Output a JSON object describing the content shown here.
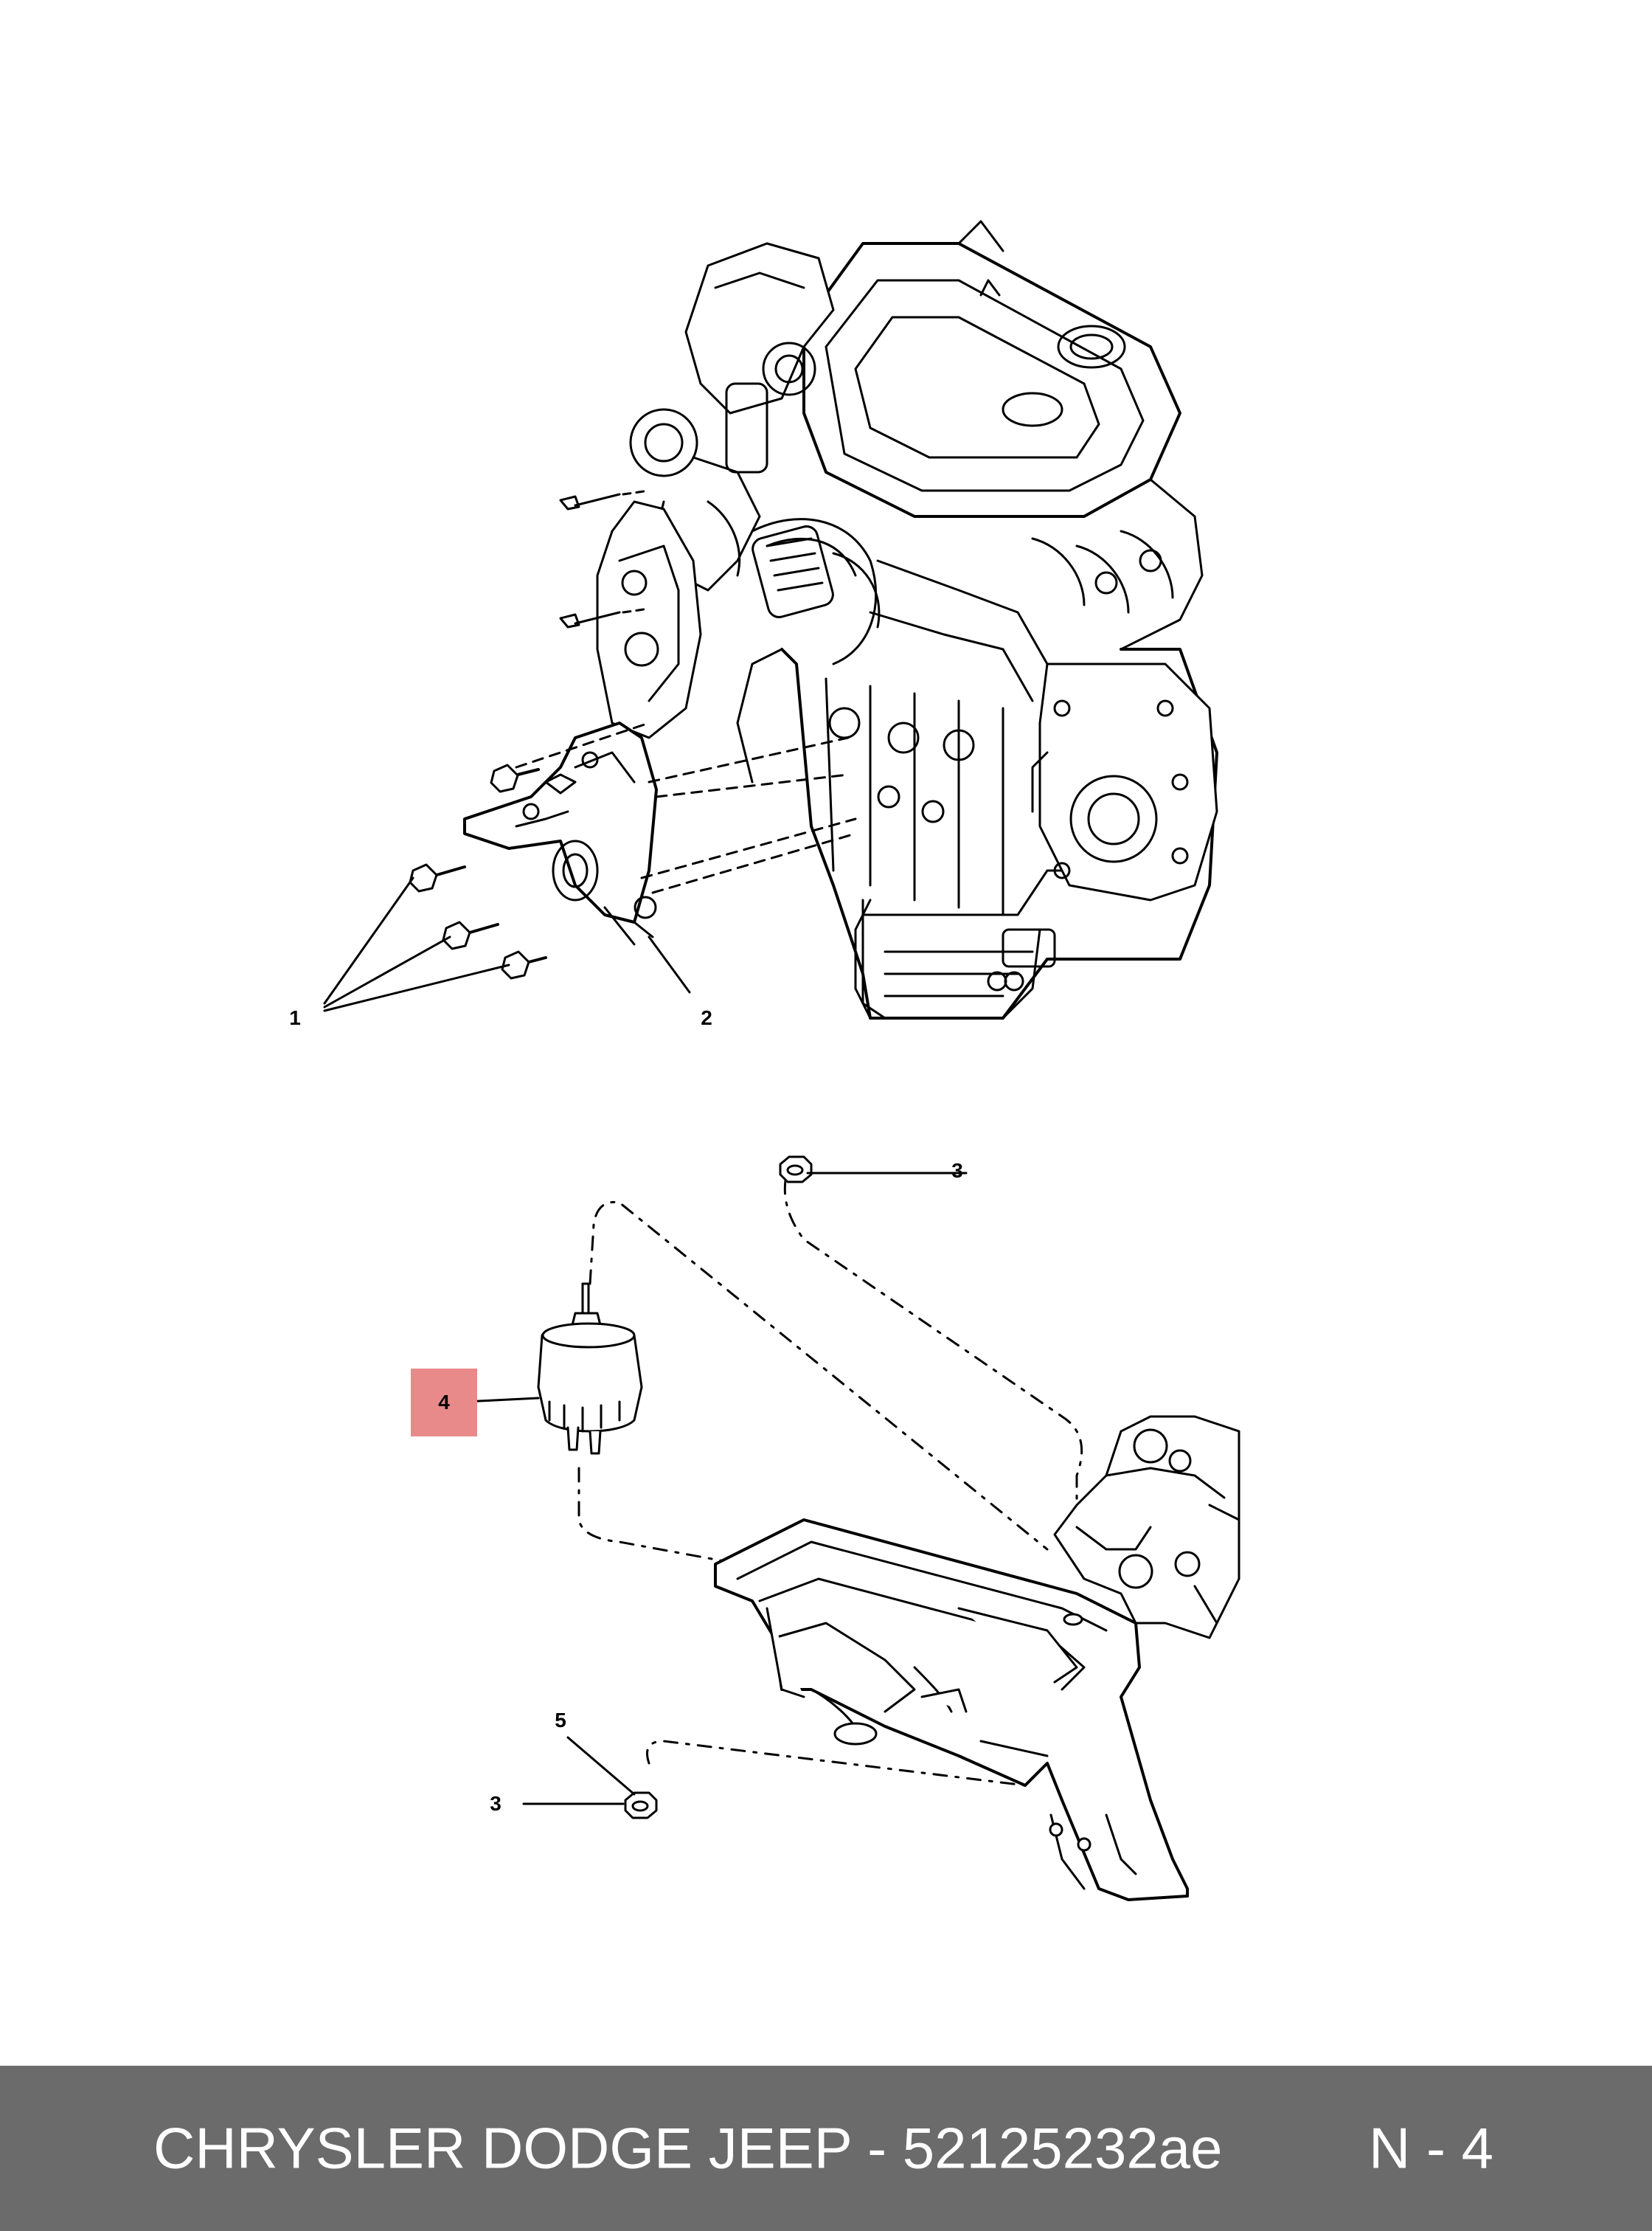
{
  "callouts": {
    "c1": "1",
    "c2": "2",
    "c3a": "3",
    "c4": "4",
    "c5": "5",
    "c3b": "3"
  },
  "footer": {
    "title": "CHRYSLER DODGE JEEP - 52125232ae",
    "page": "N - 4"
  },
  "colors": {
    "footer_background": "#6b6b6b",
    "highlight": "#e98a8a",
    "line": "#000000"
  },
  "icons": [
    "engine-illustration",
    "engine-bracket",
    "bolt",
    "nut",
    "engine-mount",
    "crossmember-frame"
  ]
}
